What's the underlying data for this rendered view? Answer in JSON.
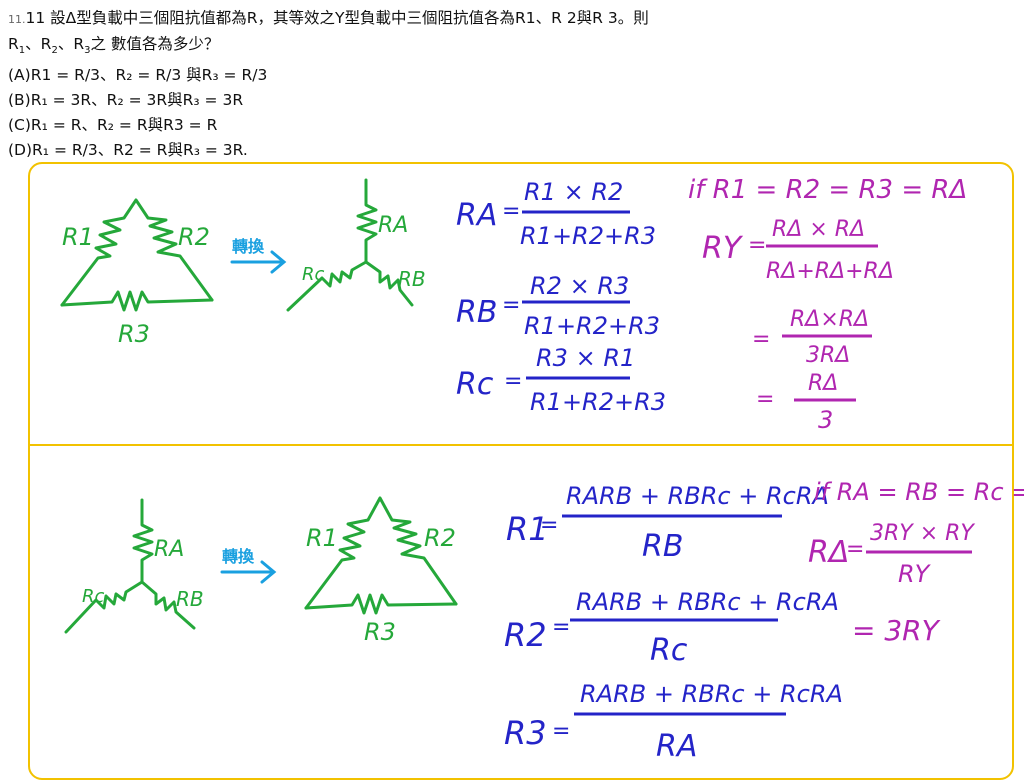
{
  "question": {
    "number_small": "11.",
    "line1": "11 設Δ型負載中三個阻抗值都為R，其等效之Y型負載中三個阻抗值各為R1、R 2與R 3。則",
    "line2_a": "R",
    "line2_b": "、R",
    "line2_c": "、R",
    "line2_d": "之 數值各為多少？",
    "sub1": "1",
    "sub2": "2",
    "sub3": "3",
    "optA": "(A)R1 = R/3、R₂ = R/3 與R₃ = R/3",
    "optB": "(B)R₁ = 3R、R₂ = 3R與R₃ = 3R",
    "optC": "(C)R₁ = R、R₂ = R與R3 = R",
    "optD": "(D)R₁ = R/3、R2 = R與R₃ = 3R."
  },
  "panel1": {
    "arrow_label": "轉換",
    "delta_labels": {
      "r1": "R1",
      "r2": "R2",
      "r3": "R3"
    },
    "y_labels": {
      "ra": "RA",
      "rb": "RB",
      "rc": "Rc"
    },
    "ra_eq": {
      "lhs": "RA",
      "num": "R1 × R2",
      "den": "R1+R2+R3"
    },
    "rb_eq": {
      "lhs": "RB",
      "num": "R2 × R3",
      "den": "R1+R2+R3"
    },
    "rc_eq": {
      "lhs": "Rc",
      "num": "R3 × R1",
      "den": "R1+R2+R3"
    },
    "cond": "if R1 = R2 = R3 = RΔ",
    "ry_lhs": "RY",
    "ry_num": "RΔ × RΔ",
    "ry_den": "RΔ+RΔ+RΔ",
    "ry_num2": "RΔ×RΔ",
    "ry_den2": "3RΔ",
    "ry_num3": "RΔ",
    "ry_den3": "3"
  },
  "panel2": {
    "arrow_label": "轉換",
    "y_labels": {
      "ra": "RA",
      "rb": "RB",
      "rc": "Rc"
    },
    "delta_labels": {
      "r1": "R1",
      "r2": "R2",
      "r3": "R3"
    },
    "numerator": "RARB + RBRc + RcRA",
    "r1_eq": {
      "lhs": "R1",
      "den": "RB"
    },
    "r2_eq": {
      "lhs": "R2",
      "den": "Rc"
    },
    "r3_eq": {
      "lhs": "R3",
      "den": "RA"
    },
    "cond": "if RA = RB = Rc = RY",
    "rd_lhs": "RΔ",
    "rd_num": "3RY × RY",
    "rd_den": "RY",
    "rd_res": "= 3RY"
  },
  "colors": {
    "green": "#25a83a",
    "blue": "#2424c8",
    "purple": "#b026b0",
    "cyan": "#1aa0e0",
    "frame": "#f2c200"
  }
}
